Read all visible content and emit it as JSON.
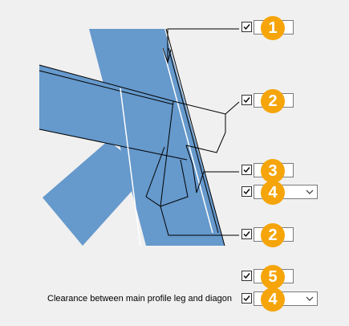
{
  "colors": {
    "profile": "#6699cc",
    "badge": "#f5a50a",
    "background": "#f0f0f0"
  },
  "callouts": [
    {
      "number": "1",
      "control": "textbox"
    },
    {
      "number": "2",
      "control": "textbox"
    },
    {
      "number": "3",
      "control": "textbox"
    },
    {
      "number": "4",
      "control": "dropdown"
    },
    {
      "number": "2",
      "control": "textbox"
    },
    {
      "number": "5",
      "control": "textbox"
    },
    {
      "number": "4",
      "control": "dropdown"
    }
  ],
  "clearance_label": "Clearance between main profile leg and diagon",
  "icons": {
    "checkbox": "checkmark-icon",
    "dropdown": "chevron-down-icon"
  }
}
